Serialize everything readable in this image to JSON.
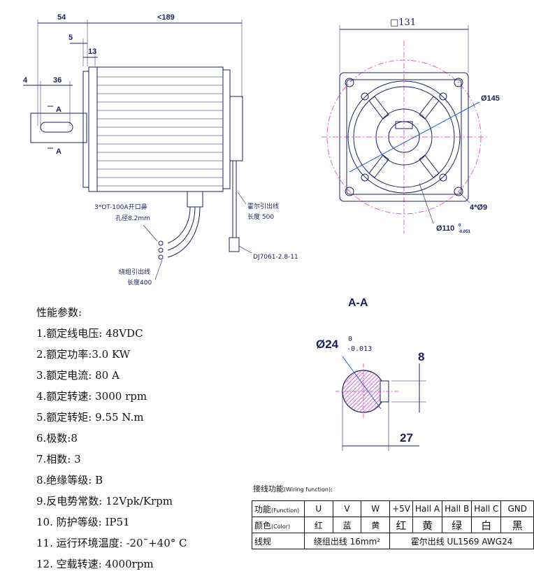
{
  "dimensions": {
    "d54": "54",
    "d189": "<189",
    "d5": "5",
    "d13": "13",
    "d4": "4",
    "d36": "36",
    "sq131": "□131",
    "dia145": "Ø145",
    "holes": "4*Ø9",
    "dia110": "Ø110",
    "dia110_tol_upper": "0",
    "dia110_tol_lower": "-0.051",
    "dia24": "Ø24",
    "dia24_tol_upper": "0",
    "dia24_tol_lower": "-0.013",
    "key8": "8",
    "key27": "27"
  },
  "section": {
    "label_a": "A",
    "label_a2": "A",
    "title": "A-A"
  },
  "notes": {
    "connector_line1": "3*OT-100A开口鼻",
    "connector_line2": "孔径8.2mm",
    "hall_line1": "霍尔引出线",
    "hall_line2": "长度 500",
    "hall_connector": "DJ7061-2.8-11",
    "winding_line1": "绕组引出线",
    "winding_line2": "长度400"
  },
  "specs": {
    "title": "性能参数:",
    "items": [
      "1.额定线电压: 48VDC",
      "2.额定功率:3.0 KW",
      "3.额定电流: 80 A",
      "4.额定转速: 3000 rpm",
      "5.额定转矩: 9.55 N.m",
      "6.极数:8",
      "7.相数: 3",
      "8.绝缘等级: B",
      "9.反电势常数: 12Vpk/Krpm",
      "10. 防护等级: IP51",
      "11. 运行环境温度: -20˜+40° C",
      "12. 空载转速: 4000rpm"
    ]
  },
  "wiring": {
    "title": "接线功能",
    "title_en": "(Wiring function):",
    "row_function_label": "功能",
    "row_function_en": "(Function)",
    "row_color_label": "颜色",
    "row_color_en": "(Color)",
    "row_spec_label": "线规",
    "functions": [
      "U",
      "V",
      "W",
      "+5V",
      "Hall A",
      "Hall B",
      "Hall C",
      "GND"
    ],
    "colors": [
      "红",
      "蓝",
      "黄",
      "红",
      "黄",
      "绿",
      "白",
      "黑"
    ],
    "spec_winding": "绕组出线 16mm²",
    "spec_hall": "霍尔出线 UL1569 AWG24"
  },
  "colors": {
    "line": "#1a1f5e",
    "pink": "#e060d0",
    "blue": "#1f5fd0",
    "hatch": "#cc33cc"
  }
}
